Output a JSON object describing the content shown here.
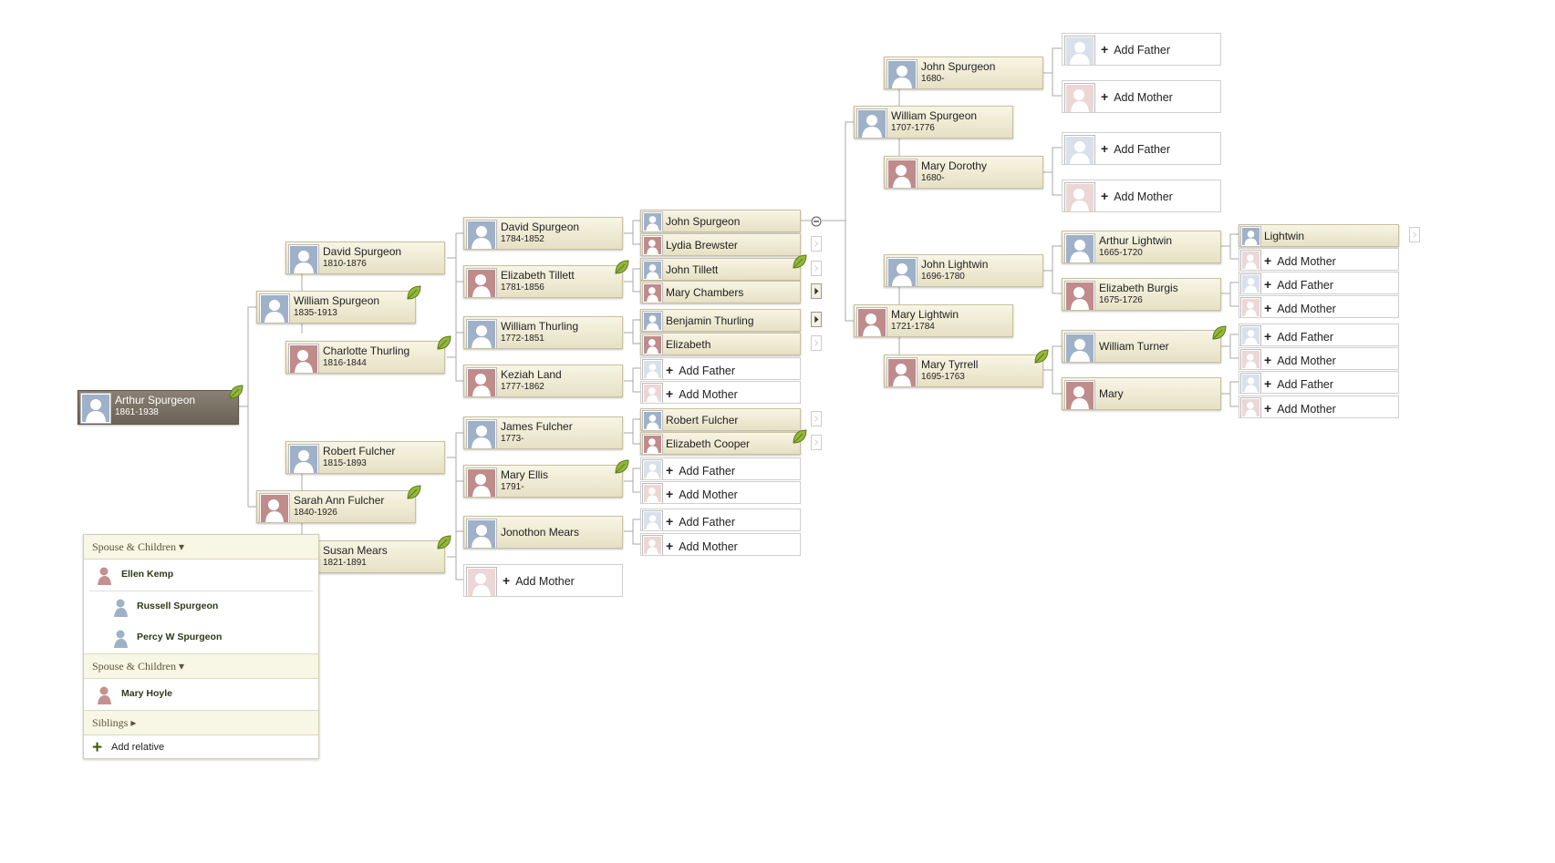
{
  "colors": {
    "leaf": "#93b83a",
    "line": "#a8a8a8",
    "root": "#6b6357",
    "box": "#ede8cc"
  },
  "people": {
    "arthur": {
      "name": "Arthur Spurgeon",
      "dates": "1861-1938"
    },
    "william_1835": {
      "name": "William Spurgeon",
      "dates": "1835-1913"
    },
    "sarah": {
      "name": "Sarah Ann Fulcher",
      "dates": "1840-1926"
    },
    "david_1810": {
      "name": "David Spurgeon",
      "dates": "1810-1876"
    },
    "charlotte": {
      "name": "Charlotte Thurling",
      "dates": "1816-1844"
    },
    "robert_1815": {
      "name": "Robert Fulcher",
      "dates": "1815-1893"
    },
    "susan": {
      "name": "Susan Mears",
      "dates": "1821-1891"
    },
    "david_1784": {
      "name": "David Spurgeon",
      "dates": "1784-1852"
    },
    "elizabeth_tillett": {
      "name": "Elizabeth Tillett",
      "dates": "1781-1856"
    },
    "william_thurling": {
      "name": "William Thurling",
      "dates": "1772-1851"
    },
    "keziah": {
      "name": "Keziah Land",
      "dates": "1777-1862"
    },
    "james_fulcher": {
      "name": "James Fulcher",
      "dates": "1773-"
    },
    "mary_ellis": {
      "name": "Mary Ellis",
      "dates": "1791-"
    },
    "jonothon": {
      "name": "Jonothon Mears"
    },
    "john_spurgeon": {
      "name": "John Spurgeon"
    },
    "lydia": {
      "name": "Lydia Brewster"
    },
    "john_tillett": {
      "name": "John Tillett"
    },
    "mary_chambers": {
      "name": "Mary Chambers"
    },
    "benjamin": {
      "name": "Benjamin Thurling"
    },
    "elizabeth": {
      "name": "Elizabeth"
    },
    "robert_fulcher_g": {
      "name": "Robert Fulcher"
    },
    "elizabeth_cooper": {
      "name": "Elizabeth Cooper"
    },
    "william_1707": {
      "name": "William Spurgeon",
      "dates": "1707-1776"
    },
    "mary_lightwin": {
      "name": "Mary Lightwin",
      "dates": "1721-1784"
    },
    "john_1680": {
      "name": "John Spurgeon",
      "dates": "1680-"
    },
    "mary_dorothy": {
      "name": "Mary Dorothy",
      "dates": "1680-"
    },
    "john_lightwin": {
      "name": "John Lightwin",
      "dates": "1696-1780"
    },
    "mary_tyrrell": {
      "name": "Mary Tyrrell",
      "dates": "1695-1763"
    },
    "arthur_lightwin": {
      "name": "Arthur Lightwin",
      "dates": "1665-1720"
    },
    "elizabeth_burgis": {
      "name": "Elizabeth Burgis",
      "dates": "1675-1726"
    },
    "william_turner": {
      "name": "William Turner"
    },
    "mary": {
      "name": "Mary"
    },
    "lightwin": {
      "name": "Lightwin"
    }
  },
  "labels": {
    "add_father": "Add Father",
    "add_mother": "Add Mother",
    "plus": "+"
  },
  "family_panel": {
    "section1_header": "Spouse & Children ▾",
    "spouse1": "Ellen Kemp",
    "child1": "Russell Spurgeon",
    "child2": "Percy W Spurgeon",
    "section2_header": "Spouse & Children ▾",
    "spouse2": "Mary Hoyle",
    "siblings_header": "Siblings ▸",
    "add_relative": "Add relative"
  }
}
